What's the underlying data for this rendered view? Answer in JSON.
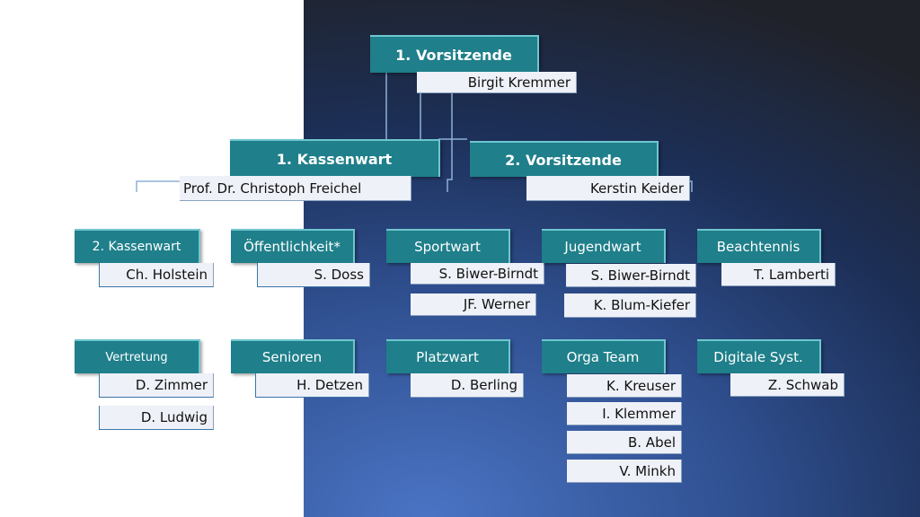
{
  "top": {
    "role": "1. Vorsitzende",
    "person": "Birgit Kremmer"
  },
  "level2": {
    "kassenwart": {
      "role": "1. Kassenwart",
      "person": "Prof. Dr. Christoph Freichel"
    },
    "vorsitzende2": {
      "role": "2. Vorsitzende",
      "person": "Kerstin Keider"
    }
  },
  "row3": [
    {
      "role": "2. Kassenwart",
      "persons": [
        "Ch. Holstein"
      ]
    },
    {
      "role": "Öffentlichkeit*",
      "persons": [
        "S. Doss"
      ]
    },
    {
      "role": "Sportwart",
      "persons": [
        "S. Biwer-Birndt",
        "JF. Werner"
      ]
    },
    {
      "role": "Jugendwart",
      "persons": [
        "S. Biwer-Birndt",
        "K. Blum-Kiefer"
      ]
    },
    {
      "role": "Beachtennis",
      "persons": [
        "T. Lamberti"
      ]
    }
  ],
  "row4": [
    {
      "role": "Vertretung",
      "persons": [
        "D. Zimmer",
        "D. Ludwig"
      ]
    },
    {
      "role": "Senioren",
      "persons": [
        "H. Detzen"
      ]
    },
    {
      "role": "Platzwart",
      "persons": [
        "D. Berling"
      ]
    },
    {
      "role": "Orga Team",
      "persons": [
        "K. Kreuser",
        "I. Klemmer",
        "B. Abel",
        "V. Minkh"
      ]
    },
    {
      "role": "Digitale Syst.",
      "persons": [
        "Z. Schwab"
      ]
    }
  ]
}
